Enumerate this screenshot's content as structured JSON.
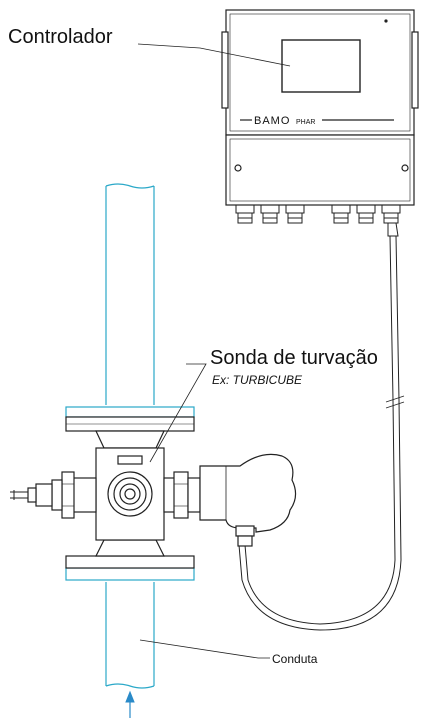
{
  "labels": {
    "controller": "Controlador",
    "probe": "Sonda de turvação",
    "probe_example": "Ex: TURBICUBE",
    "pipe": "Conduta"
  },
  "brand": {
    "name": "BAMO",
    "suffix": "PHAR"
  },
  "colors": {
    "line": "#222222",
    "pipe": "#2aa8c8",
    "flow_arrow": "#2a8ac8",
    "background": "#ffffff"
  },
  "icons": {
    "flow": "arrow-up-icon"
  }
}
